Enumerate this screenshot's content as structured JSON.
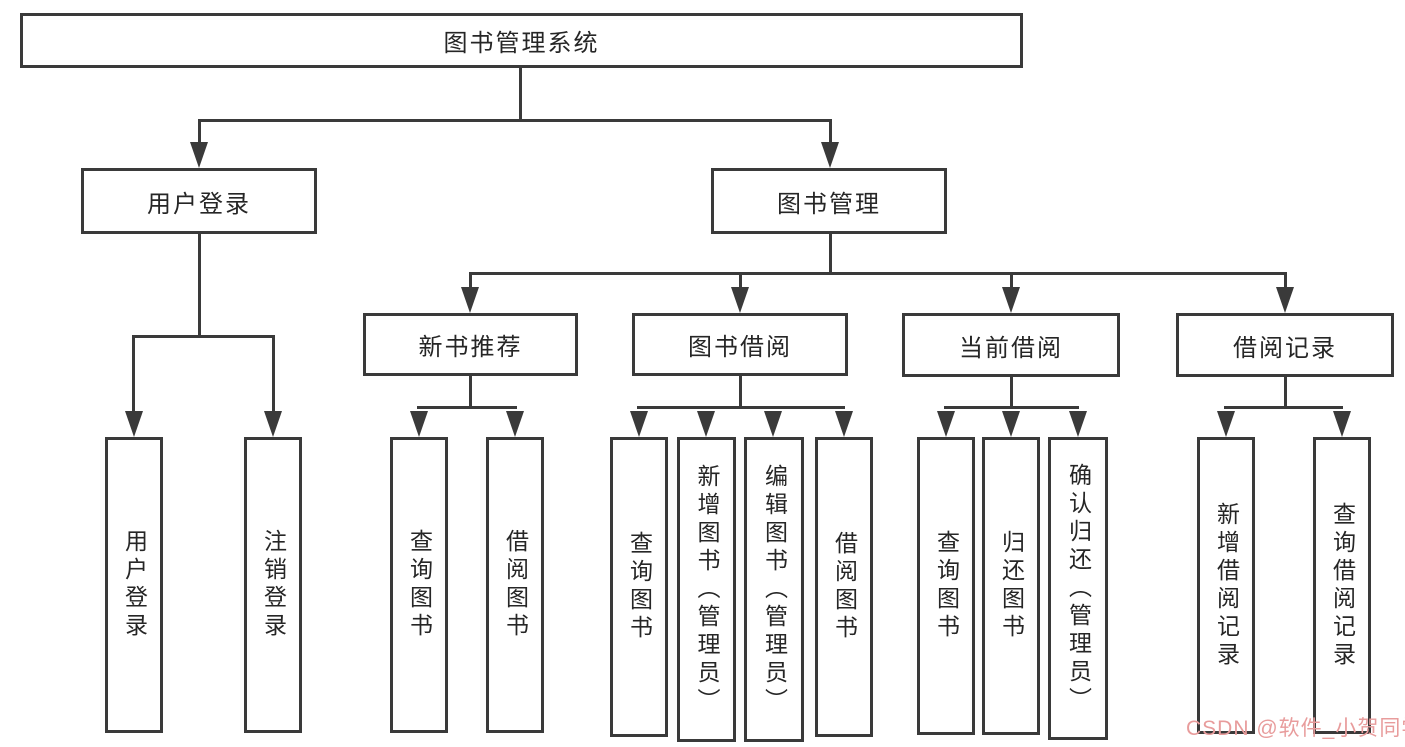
{
  "nodes": {
    "root": "图书管理系统",
    "l2": [
      "用户登录",
      "图书管理"
    ],
    "l3": [
      "新书推荐",
      "图书借阅",
      "当前借阅",
      "借阅记录"
    ],
    "l4_groups": {
      "user_login": [
        "用户登录",
        "注销登录"
      ],
      "new_book_recommend": [
        "查询图书",
        "借阅图书"
      ],
      "book_borrow": [
        "查询图书",
        "新增图书（管理员）",
        "编辑图书（管理员）",
        "借阅图书"
      ],
      "current_borrow": [
        "查询图书",
        "归还图书",
        "确认归还（管理员）"
      ],
      "borrow_records": [
        "新增借阅记录",
        "查询借阅记录"
      ]
    }
  },
  "watermark": {
    "text": "CSDN @软件_小贺同学",
    "color": "#e89c9c"
  },
  "colors": {
    "background": "#ffffff",
    "line": "#3a3a3a",
    "box_border": "#3a3a3a",
    "text": "#262626"
  }
}
